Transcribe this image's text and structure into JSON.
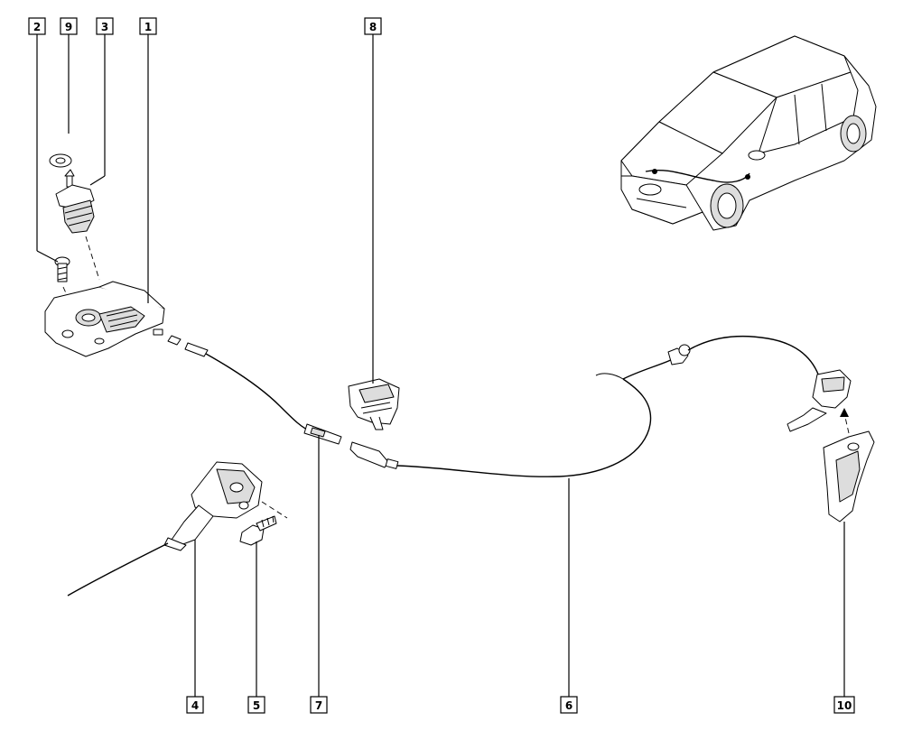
{
  "callouts": [
    {
      "id": "c2",
      "label": "2"
    },
    {
      "id": "c9",
      "label": "9"
    },
    {
      "id": "c3",
      "label": "3"
    },
    {
      "id": "c1",
      "label": "1"
    },
    {
      "id": "c8",
      "label": "8"
    },
    {
      "id": "c4",
      "label": "4"
    },
    {
      "id": "c5",
      "label": "5"
    },
    {
      "id": "c7",
      "label": "7"
    },
    {
      "id": "c6",
      "label": "6"
    },
    {
      "id": "c10",
      "label": "10"
    }
  ]
}
